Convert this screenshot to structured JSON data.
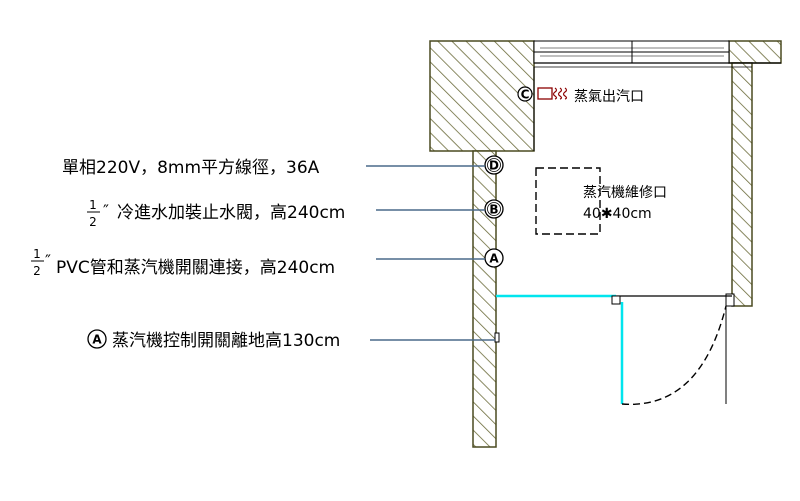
{
  "callouts": {
    "power": "單相220V，8mm平方線徑，36A",
    "water_inlet": "冷進水加裝止水閥，高240cm",
    "pvc_pipe": "PVC管和蒸汽機開關連接，高240cm",
    "control_switch": "蒸汽機控制開關離地高130cm",
    "half_numerator": "1",
    "half_denominator": "2",
    "inch_mark": "″"
  },
  "markers": {
    "D": "D",
    "B": "B",
    "A": "A",
    "A_legend": "A",
    "C": "C"
  },
  "room": {
    "steam_outlet": "蒸氣出汽口",
    "service_hatch_title": "蒸汽機維修口",
    "service_hatch_size": "40✱40cm"
  },
  "colors": {
    "wall_outline": "#5a5a2a",
    "hatch": "#6b6b3a",
    "leader_line": "#4a6a8a",
    "glass": "#00e5ee",
    "steam_icon": "#8b0000"
  }
}
